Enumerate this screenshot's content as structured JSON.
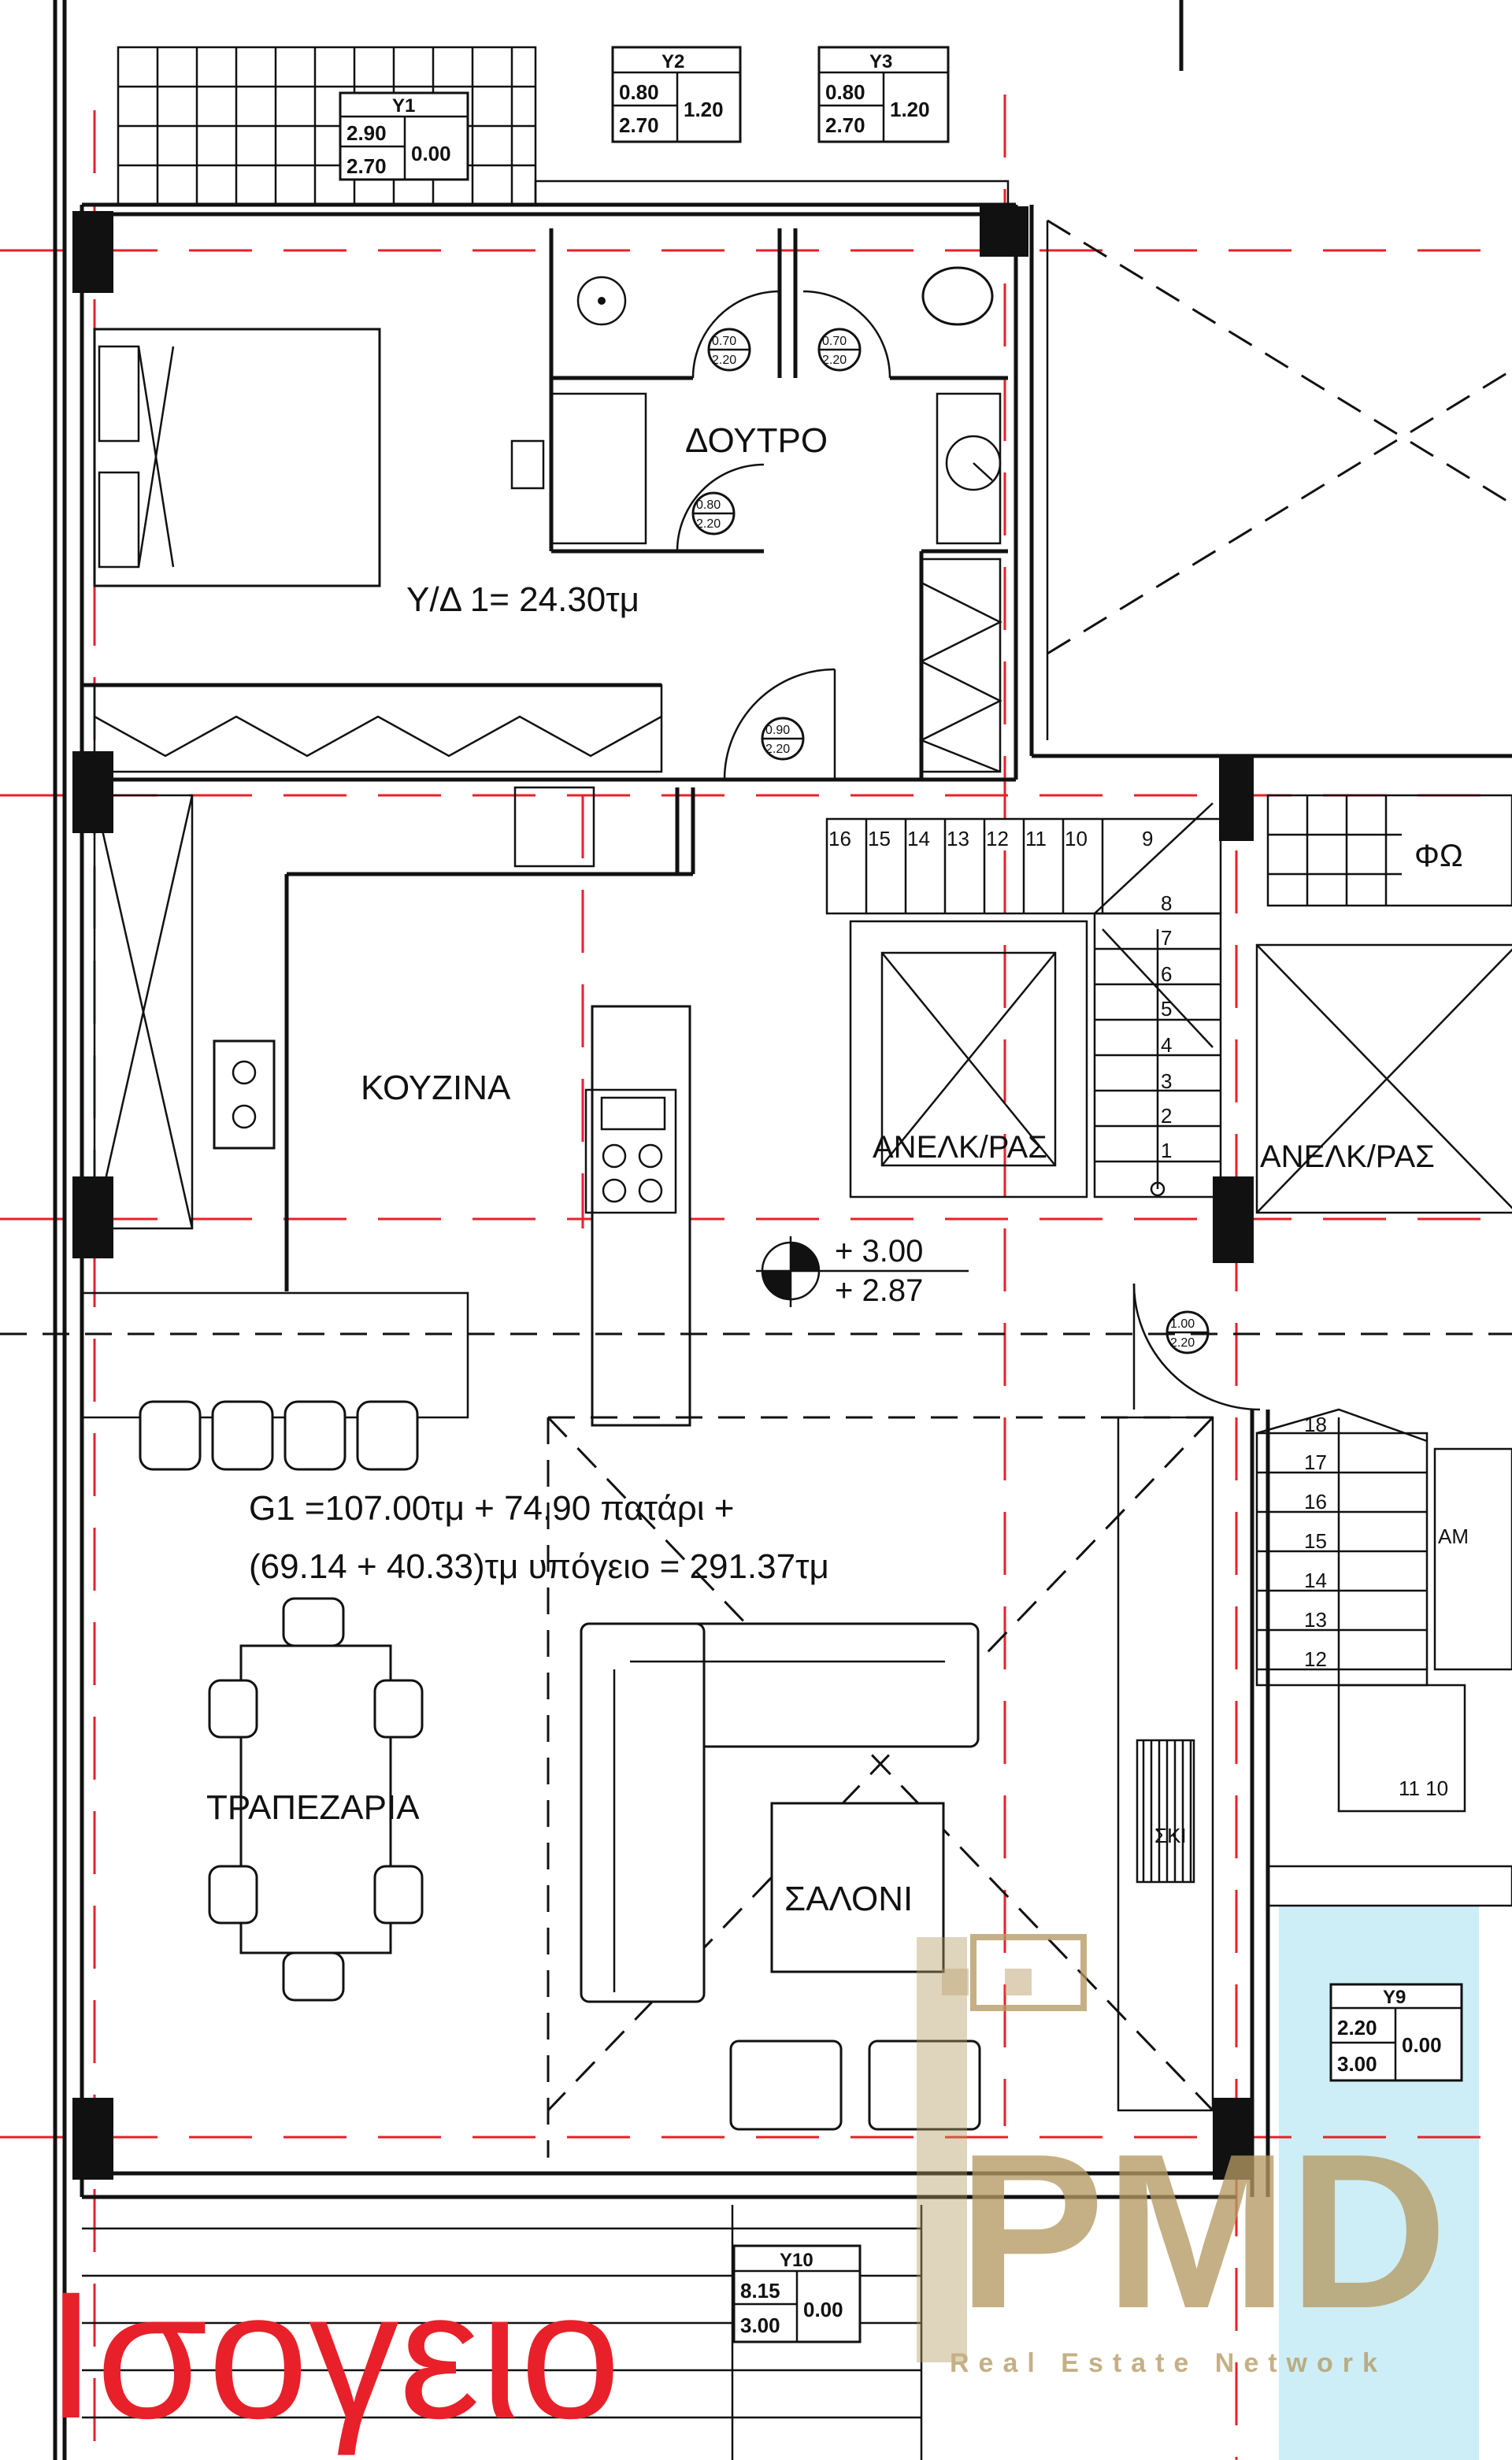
{
  "plan": {
    "floor_title": "Ισογειο",
    "rooms": {
      "bedroom_area": "Υ/Δ 1= 24.30τμ",
      "bathroom": "ΔΟΥΤΡΟ",
      "kitchen": "ΚΟΥΖΙΝΑ",
      "dining": "ΤΡΑΠΕΖΑΡΙΑ",
      "living": "ΣΑΛΟΝΙ",
      "elevator_1": "ΑΝΕΛΚ/ΡΑΣ",
      "elevator_2": "ΑΝΕΛΚ/ΡΑΣ",
      "light_well": "ΦΩ",
      "stair_side_label": "ΑΜ",
      "storage": "ΣΚΙ"
    },
    "area_summary": {
      "line1": "G1 =107.00τμ + 74.90 πατάρι +",
      "line2": "(69.14 + 40.33)τμ υπόγειο = 291.37τμ"
    },
    "levels": {
      "top": "+ 3.00",
      "bottom": "+ 2.87"
    },
    "stair_upper_numbers": [
      "16",
      "15",
      "14",
      "13",
      "12",
      "11",
      "10",
      "9"
    ],
    "stair_right_numbers": [
      "8",
      "7",
      "6",
      "5",
      "4",
      "3",
      "2",
      "1"
    ],
    "stair_lower_numbers": [
      "18",
      "17",
      "16",
      "15",
      "14",
      "13",
      "12"
    ],
    "stair_lower_bottom": "11 10",
    "windows": [
      {
        "id": "Y1",
        "w": "2.90",
        "h": "2.70",
        "sill": "0.00"
      },
      {
        "id": "Y2",
        "w": "0.80",
        "h": "2.70",
        "sill": "1.20"
      },
      {
        "id": "Y3",
        "w": "0.80",
        "h": "2.70",
        "sill": "1.20"
      },
      {
        "id": "Y9",
        "w": "2.20",
        "h": "3.00",
        "sill": "0.00"
      },
      {
        "id": "Y10",
        "w": "8.15",
        "h": "3.00",
        "sill": "0.00"
      }
    ],
    "door_tags": [
      {
        "id": "door-wc-1",
        "top": "0.70",
        "bottom": "2.20"
      },
      {
        "id": "door-wc-2",
        "top": "0.70",
        "bottom": "2.20"
      },
      {
        "id": "door-bath",
        "top": "0.80",
        "bottom": "2.20"
      },
      {
        "id": "door-bedroom",
        "top": "0.90",
        "bottom": "2.20"
      },
      {
        "id": "door-entry",
        "top": "1.00",
        "bottom": "2.20"
      }
    ]
  },
  "watermark": {
    "brand": "PMD",
    "tagline": "Real Estate Network"
  },
  "colors": {
    "grid_lines": "#e8202a",
    "title": "#e8202a",
    "walls": "#111111",
    "pool": "#cdeef6",
    "watermark": "#b59a62"
  }
}
